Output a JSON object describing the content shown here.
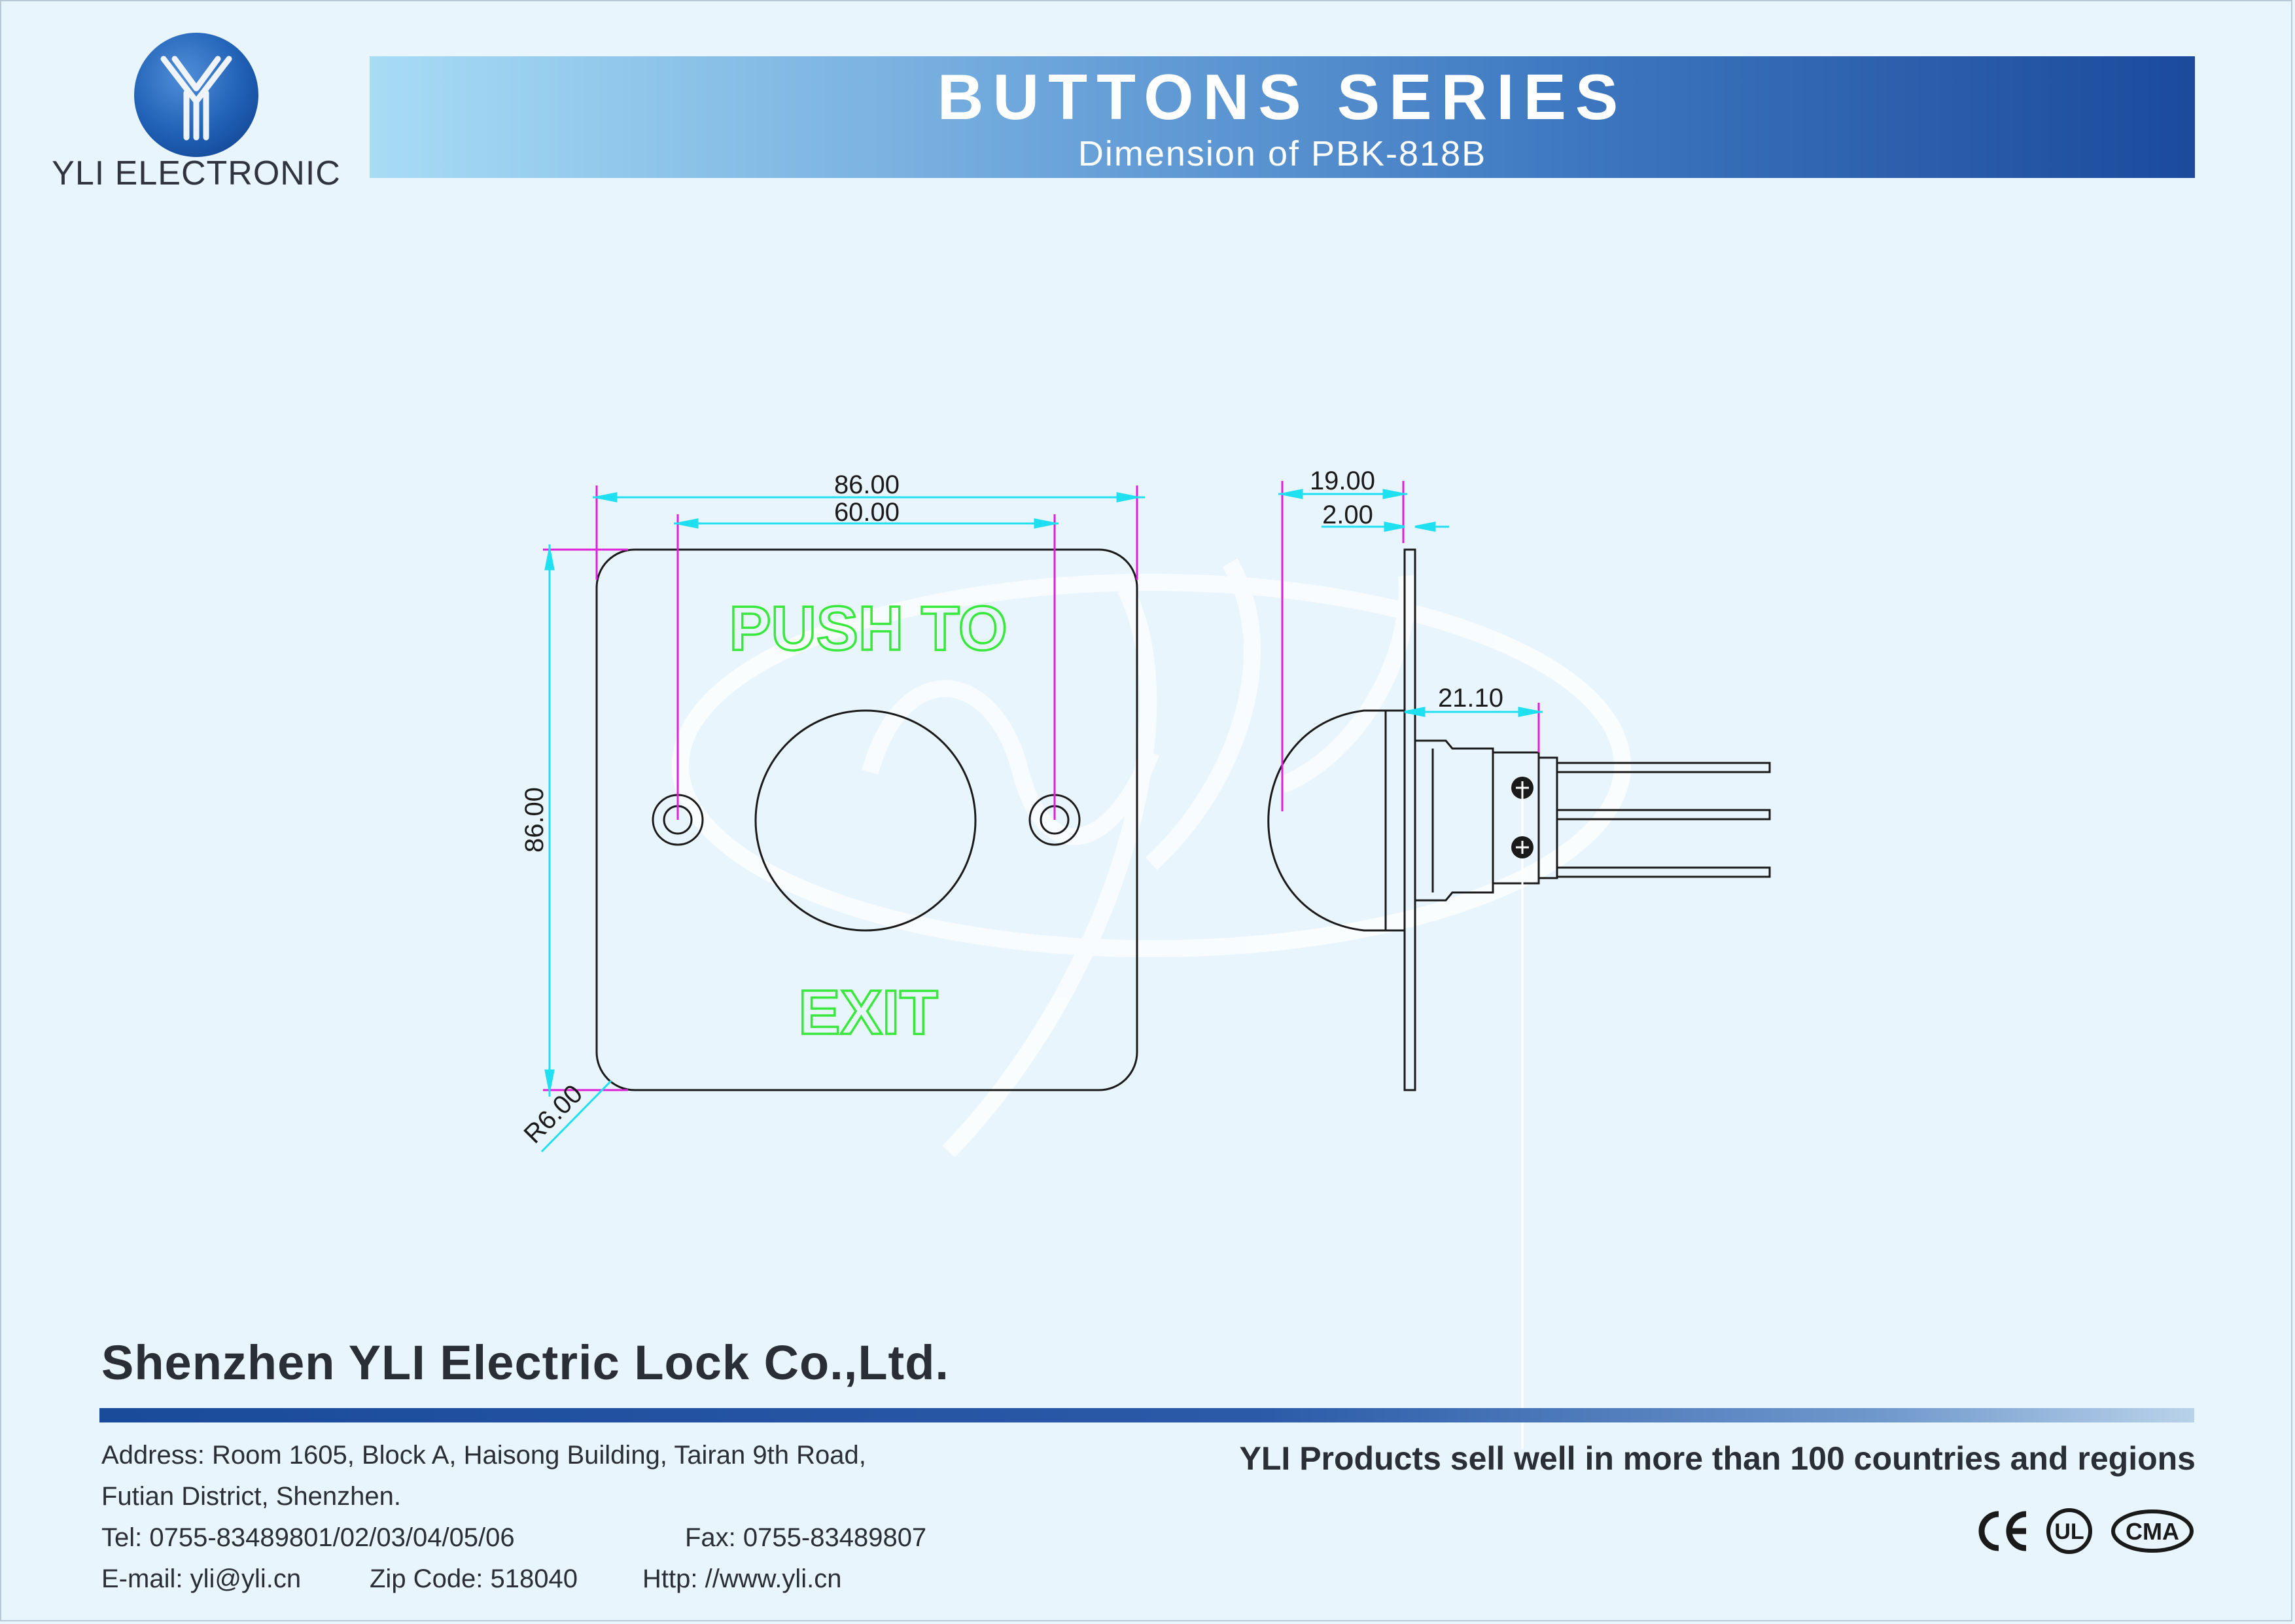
{
  "logo": {
    "text": "YLI ELECTRONIC"
  },
  "header": {
    "title": "BUTTONS SERIES",
    "subtitle": "Dimension of  PBK-818B"
  },
  "plate": {
    "top_text": "PUSH TO",
    "bottom_text": "EXIT"
  },
  "dimensions": {
    "front_width": "86.00",
    "hole_spacing": "60.00",
    "front_height": "86.00",
    "corner_radius": "R6.00",
    "side_depth": "19.00",
    "plate_thickness": "2.00",
    "body_length": "21.10"
  },
  "footer": {
    "company": "Shenzhen YLI Electric Lock Co.,Ltd.",
    "address_line1": "Address: Room 1605, Block A, Haisong Building, Tairan 9th Road,",
    "address_line2": "Futian District, Shenzhen.",
    "tel": "Tel: 0755-83489801/02/03/04/05/06",
    "fax": "Fax: 0755-83489807",
    "email": "E-mail: yli@yli.cn",
    "zip": "Zip Code: 518040",
    "http": "Http: //www.yli.cn",
    "slogan": "YLI Products sell well in more than 100 countries and regions"
  },
  "certifications": {
    "ce": "CE",
    "ul": "UL",
    "cma": "CMA"
  },
  "colors": {
    "dimension_line": "#1fe0f0",
    "extension_line": "#e020d8",
    "plate_text": "#39e83c",
    "header_dark": "#1b4a9c"
  }
}
